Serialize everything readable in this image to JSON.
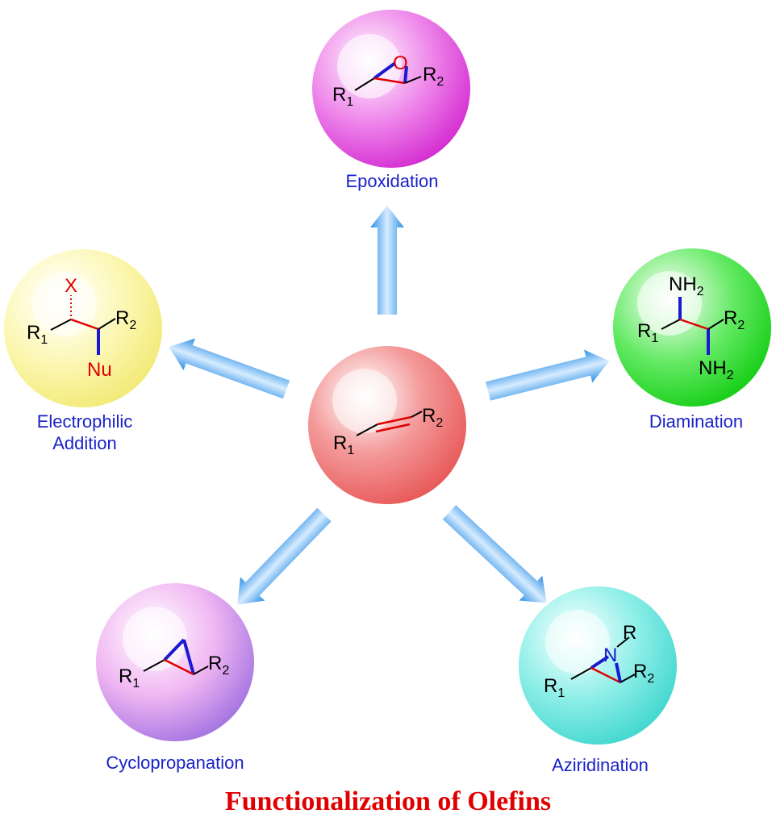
{
  "title": "Functionalization of Olefins",
  "center": {
    "r1": "R",
    "r1_sub": "1",
    "r2": "R",
    "r2_sub": "2"
  },
  "reactions": {
    "epoxidation": {
      "label": "Epoxidation",
      "hetero": "O",
      "r1": "R",
      "r1_sub": "1",
      "r2": "R",
      "r2_sub": "2"
    },
    "diamination": {
      "label": "Diamination",
      "nh2_top": "NH",
      "nh2_top_sub": "2",
      "nh2_bottom": "NH",
      "nh2_bottom_sub": "2",
      "r1": "R",
      "r1_sub": "1",
      "r2": "R",
      "r2_sub": "2"
    },
    "electrophilic": {
      "label_line1": "Electrophilic",
      "label_line2": "Addition",
      "x": "X",
      "nu": "Nu",
      "r1": "R",
      "r1_sub": "1",
      "r2": "R",
      "r2_sub": "2"
    },
    "cyclopropanation": {
      "label": "Cyclopropanation",
      "r1": "R",
      "r1_sub": "1",
      "r2": "R",
      "r2_sub": "2"
    },
    "aziridination": {
      "label": "Aziridination",
      "hetero": "N",
      "r_on_n": "R",
      "r1": "R",
      "r1_sub": "1",
      "r2": "R",
      "r2_sub": "2"
    }
  },
  "colors": {
    "center_sphere": "#f06d6d",
    "epoxidation_sphere": "#e23fe2",
    "diamination_sphere": "#22dd22",
    "electrophilic_sphere": "#f6f08a",
    "cyclopropanation_sphere": "#b07ee8",
    "aziridination_sphere": "#55e0d8",
    "arrow": "#4aa8ef",
    "label": "#1a22c8",
    "title": "#e00000"
  }
}
